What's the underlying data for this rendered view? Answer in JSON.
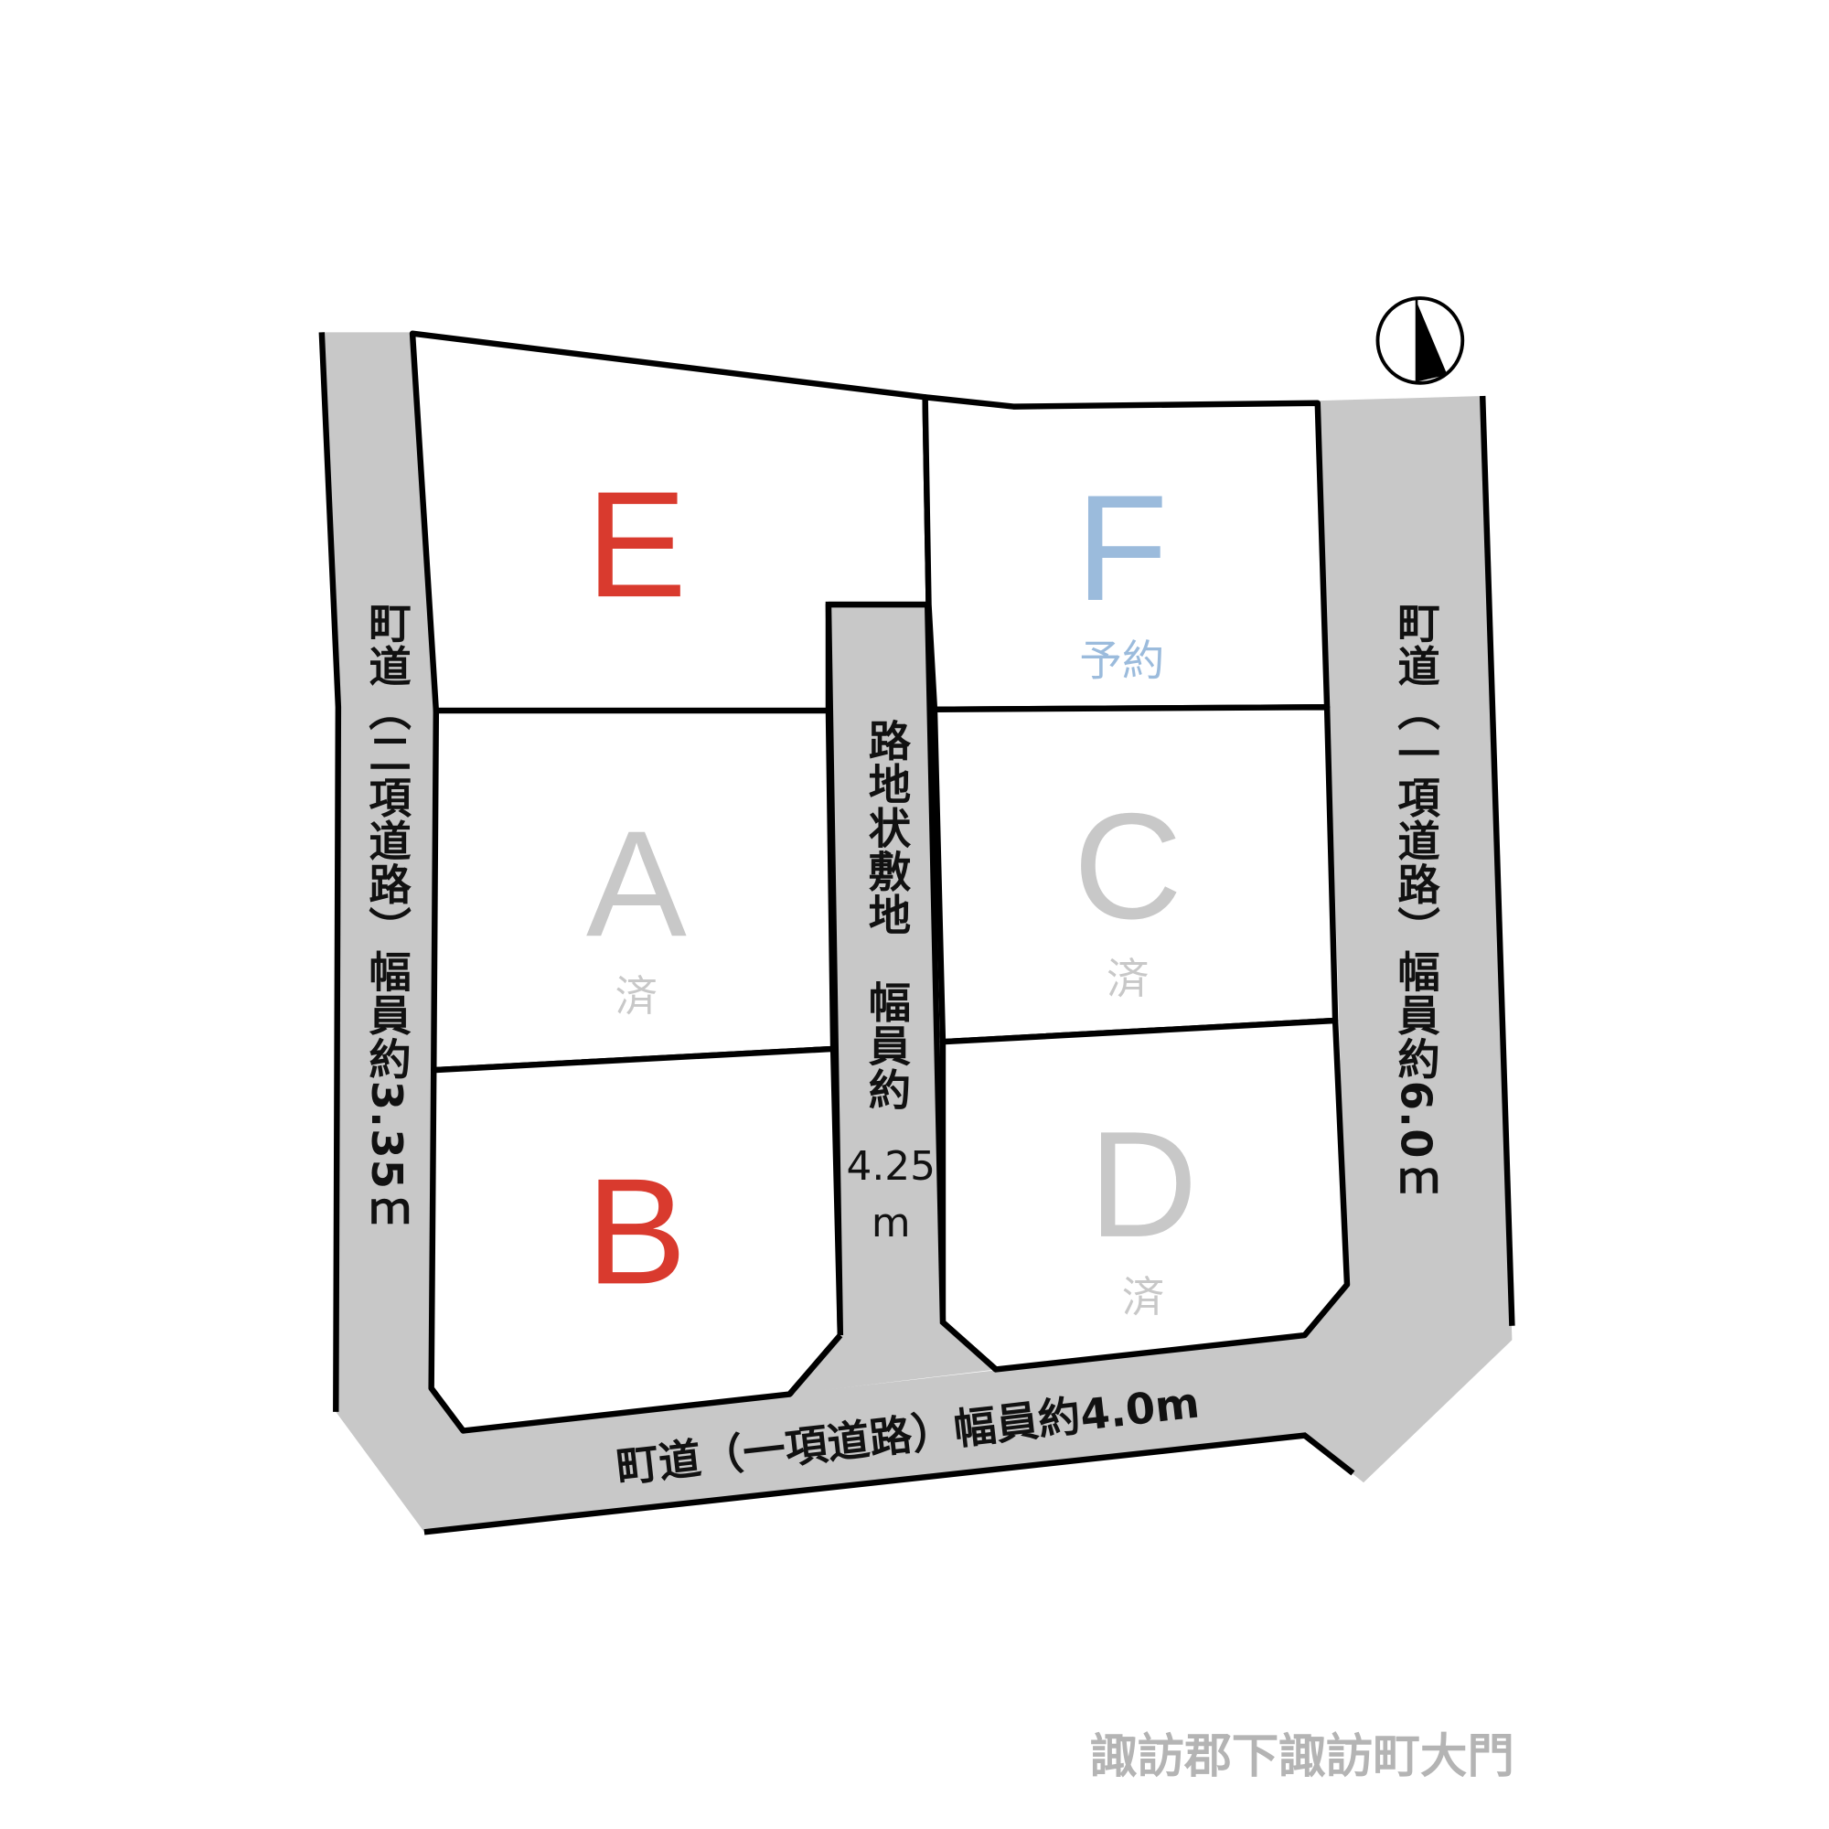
{
  "lots": [
    {
      "id": "E",
      "status": "",
      "color": "#d93a2e"
    },
    {
      "id": "F",
      "status": "予約",
      "color": "#9bbbdc"
    },
    {
      "id": "A",
      "status": "済",
      "color": "#c8c8c8"
    },
    {
      "id": "C",
      "status": "済",
      "color": "#c8c8c8"
    },
    {
      "id": "B",
      "status": "",
      "color": "#d93a2e"
    },
    {
      "id": "D",
      "status": "済",
      "color": "#c8c8c8"
    }
  ],
  "roads": {
    "left": "町道（二項道路）幅員約3.35ｍ",
    "right": "町道（一項道路）幅員約6.0ｍ",
    "bottom": "町道（一項道路）幅員約4.0m",
    "alley_vertical": "路地状敷地　幅員約",
    "alley_width": "4.25",
    "alley_unit": "m"
  },
  "address": "諏訪郡下諏訪町大門",
  "colors": {
    "road": "#c8c8c8",
    "line": "#000000",
    "sold": "#c8c8c8",
    "available": "#d93a2e",
    "reserved": "#9bbbdc"
  },
  "compass": "north-arrow-icon"
}
